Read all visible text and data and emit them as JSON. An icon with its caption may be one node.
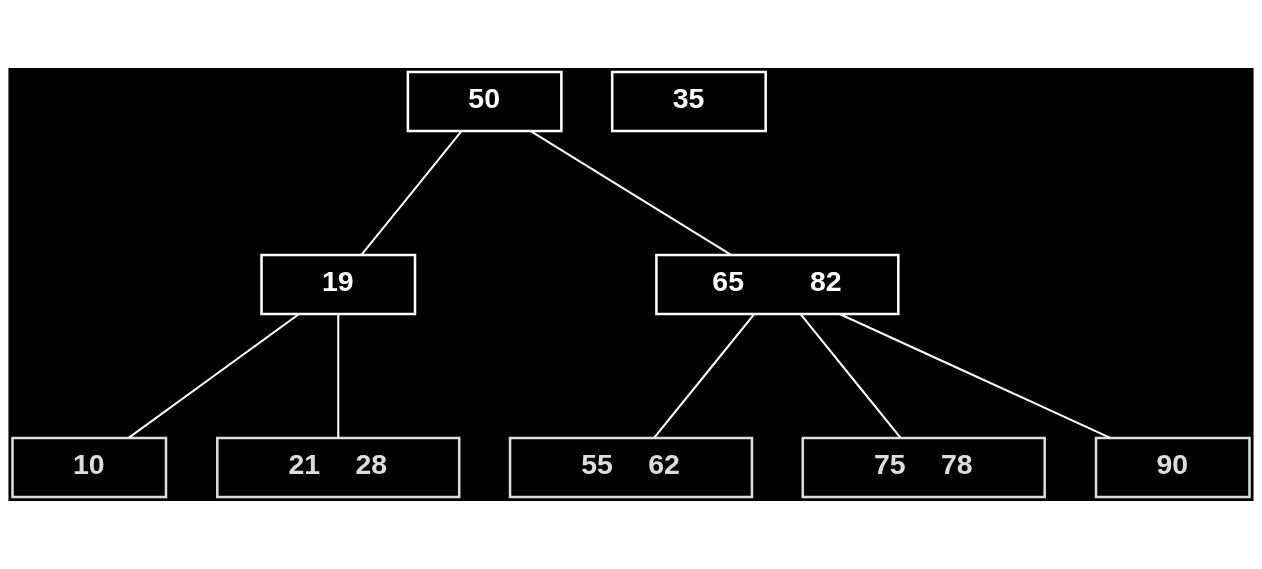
{
  "diagram": {
    "nodes": [
      {
        "text": [
          "35"
        ]
      },
      {
        "text": [
          "50"
        ]
      },
      {
        "text": [
          "19"
        ]
      },
      {
        "text": [
          "65",
          "82"
        ]
      },
      {
        "text": [
          "10"
        ]
      },
      {
        "text": [
          "21",
          "28"
        ]
      },
      {
        "text": [
          "55",
          "62"
        ]
      },
      {
        "text": [
          "75",
          "78"
        ]
      },
      {
        "text": [
          "90"
        ]
      }
    ],
    "edges": [
      {
        "from": 1,
        "to": 2,
        "arrow": "none"
      },
      {
        "from": 1,
        "to": 3,
        "arrow": "none"
      },
      {
        "from": 2,
        "to": 4,
        "arrow": "none"
      },
      {
        "from": 2,
        "to": 5,
        "arrow": "none"
      },
      {
        "from": 3,
        "to": 6,
        "arrow": "none"
      },
      {
        "from": 3,
        "to": 7,
        "arrow": "none"
      },
      {
        "from": 3,
        "to": 8,
        "arrow": "none"
      }
    ]
  }
}
